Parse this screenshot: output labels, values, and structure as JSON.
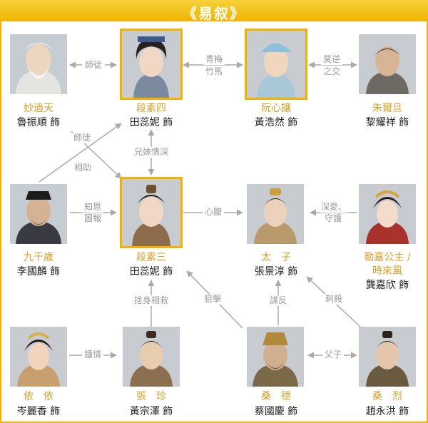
{
  "title": "《易叙》",
  "characters": {
    "miao": {
      "role": "妙過天",
      "actor": "魯振順 飾"
    },
    "duan4": {
      "role": "段素四",
      "actor": "田蕊妮 飾"
    },
    "ruan": {
      "role": "阮心讓",
      "actor": "黃浩然 飾"
    },
    "zhu": {
      "role": "朱爾旦",
      "actor": "黎耀祥 飾"
    },
    "jiu": {
      "role": "九千歲",
      "actor": "李國麟 飾"
    },
    "duan3": {
      "role": "段素三",
      "actor": "田蕊妮 飾"
    },
    "taizi": {
      "role": "太　子",
      "actor": "張景淳 飾"
    },
    "lejia": {
      "role_line1": "勒嘉公主 /",
      "role_line2": "時來風",
      "actor": "龔嘉欣 飾"
    },
    "yiyi": {
      "role": "依　依",
      "actor": "岑麗香 飾"
    },
    "zhang": {
      "role": "張　珍",
      "actor": "黃宗澤 飾"
    },
    "sangde": {
      "role": "桑　德",
      "actor": "蔡國慶 飾"
    },
    "sanglie": {
      "role": "桑　烈",
      "actor": "趙永洪 飾"
    }
  },
  "relations": {
    "shitu_top": "師徒",
    "qingmei_1": "青梅",
    "qingmei_2": "竹馬",
    "moni_1": "莫逆",
    "moni_2": "之交",
    "shitu_diag": "師徒",
    "xiangzhu": "相助",
    "xiongmei": "兄妹情深",
    "zhien_1": "知恩",
    "zhien_2": "圖報",
    "xinfu": "心腹",
    "shenai_1": "深愛、",
    "shenai_2": "守護",
    "sheshen": "捨身相救",
    "juji": "狙擊",
    "moufan": "謀反",
    "cisha": "刺殺",
    "zhongqing": "鍾情",
    "fuzi": "父子"
  },
  "colors": {
    "accent": "#f0b400",
    "role": "#d6a028",
    "relation": "#9a9a9a",
    "line": "#aaaaaa"
  }
}
